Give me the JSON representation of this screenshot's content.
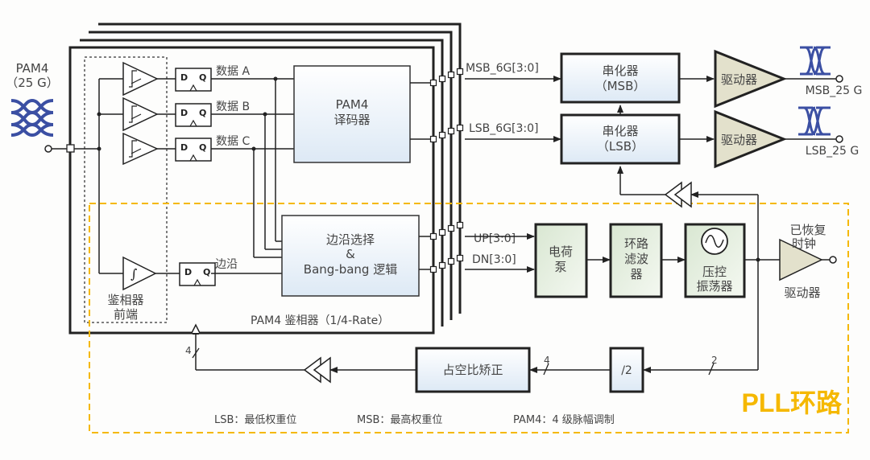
{
  "input": {
    "line1": "PAM4",
    "line2": "（25 G）"
  },
  "front_end": {
    "label_line1": "鉴相器",
    "label_line2": "前端"
  },
  "data_labels": [
    "数据 A",
    "数据 B",
    "数据 C"
  ],
  "edge_label": "边沿",
  "flipflop": {
    "d": "D",
    "q": "Q"
  },
  "decoder": {
    "line1": "PAM4",
    "line2": "译码器"
  },
  "edge_logic": {
    "line1": "边沿选择",
    "line2": "&",
    "line3": "Bang-bang 逻辑"
  },
  "phase_detector_label": "PAM4 鉴相器（1/4-Rate）",
  "buses": {
    "msb": "MSB_6G[3:0]",
    "lsb": "LSB_6G[3:0]",
    "up": "UP[3:0]",
    "dn": "DN[3:0]"
  },
  "serializers": [
    {
      "line1": "串化器",
      "line2": "（MSB）"
    },
    {
      "line1": "串化器",
      "line2": "（LSB）"
    }
  ],
  "drivers": {
    "label": "驱动器"
  },
  "outputs": {
    "msb": "MSB_25 G",
    "lsb": "LSB_25 G"
  },
  "pll": {
    "charge_pump": {
      "line1": "电荷",
      "line2": "泵"
    },
    "loop_filter": {
      "line1": "环路",
      "line2": "滤波",
      "line3": "器"
    },
    "vco": {
      "line1": "压控",
      "line2": "振荡器"
    },
    "recovered_clock": {
      "line1": "已恢复",
      "line2": "时钟"
    },
    "clock_driver": "驱动器",
    "divider": "/2",
    "duty_cycle": "占空比矫正",
    "bus_width_2": "2",
    "bus_width_4a": "4",
    "bus_width_4b": "4",
    "title": "PLL环路",
    "title_color": "#f5b800"
  },
  "legend": {
    "lsb": "LSB：最低权重位",
    "msb": "MSB：最高权重位",
    "pam4": "PAM4：4 级脉幅调制"
  },
  "colors": {
    "eye": "#3b4fa3",
    "driver_fill": "#e3e1cc",
    "block_blue": "#e4eff8",
    "block_green": "#e2ecdc",
    "pll_border": "#f5b800"
  }
}
